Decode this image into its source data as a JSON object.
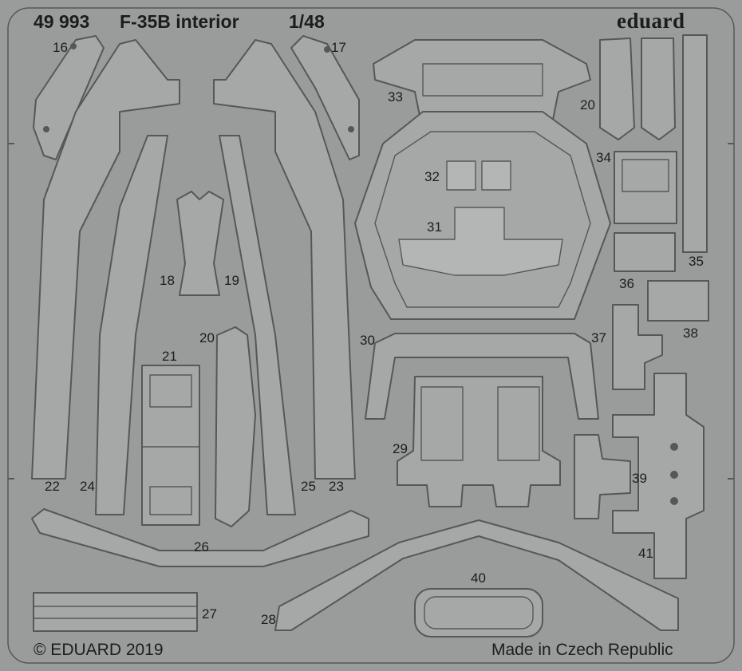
{
  "header": {
    "catalog": "49 993",
    "title": "F-35B interior",
    "scale": "1/48",
    "brand": "eduard"
  },
  "footer": {
    "copyright": "© EDUARD 2019",
    "origin": "Made in Czech Republic"
  },
  "part_numbers": [
    "16",
    "17",
    "20",
    "33",
    "34",
    "32",
    "31",
    "18",
    "19",
    "35",
    "36",
    "38",
    "37",
    "20",
    "21",
    "30",
    "22",
    "24",
    "25",
    "23",
    "29",
    "39",
    "26",
    "41",
    "40",
    "28",
    "27"
  ],
  "colors": {
    "sheet": "#9a9c9c",
    "part_fill": "#a6a8a8",
    "part_edge": "#555759",
    "text": "#1c1c1c"
  }
}
